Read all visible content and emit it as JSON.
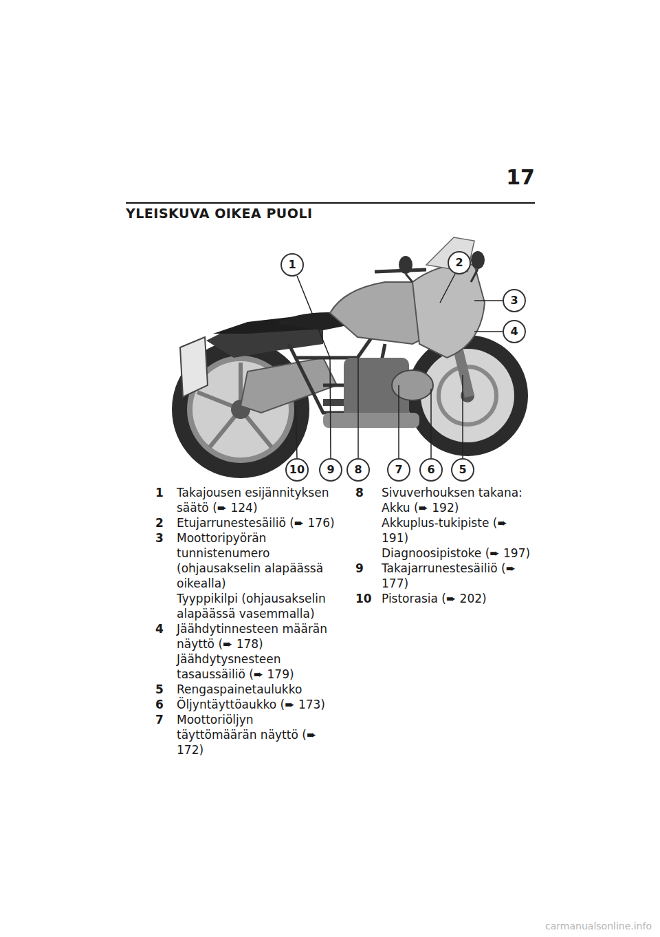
{
  "diagram": {
    "title": "YLEISKUVA OIKEA PUOLI",
    "nodes": [
      {
        "text": [
          "1"
        ]
      },
      {
        "text": [
          "2"
        ]
      },
      {
        "text": [
          "3"
        ]
      },
      {
        "text": [
          "4"
        ]
      },
      {
        "text": [
          "10"
        ]
      },
      {
        "text": [
          "9"
        ]
      },
      {
        "text": [
          "8"
        ]
      },
      {
        "text": [
          "7"
        ]
      },
      {
        "text": [
          "6"
        ]
      },
      {
        "text": [
          "5"
        ]
      }
    ],
    "labels": [
      "17",
      "1",
      "Takajousen esijännityksen säätö (➨ 124)",
      "2",
      "Etujarrunestesäiliö (➨ 176)",
      "3",
      "Moottoripyörän tunnistenumero (ohjausakselin alapäässä oikealla)",
      "Tyyppikilpi (ohjausakselin alapäässä vasemmalla)",
      "4",
      "Jäähdytinnesteen määrän näyttö (➨ 178)",
      "Jäähdytysnesteen tasaussäiliö (➨ 179)",
      "5",
      "Rengaspainetaulukko",
      "6",
      "Öljyntäyttöaukko (➨ 173)",
      "7",
      "Moottoriöljyn täyttömäärän näyttö (➨ 172)",
      "8",
      "Sivuverhouksen takana:",
      "Akku (➨ 192)",
      "Akkuplus-tukipiste (➨ 191)",
      "Diagnoosipistoke (➨ 197)",
      "9",
      "Takajarrunestesäiliö (➨ 177)",
      "10",
      "Pistorasia (➨ 202)",
      "carmanualsonline.info"
    ]
  }
}
